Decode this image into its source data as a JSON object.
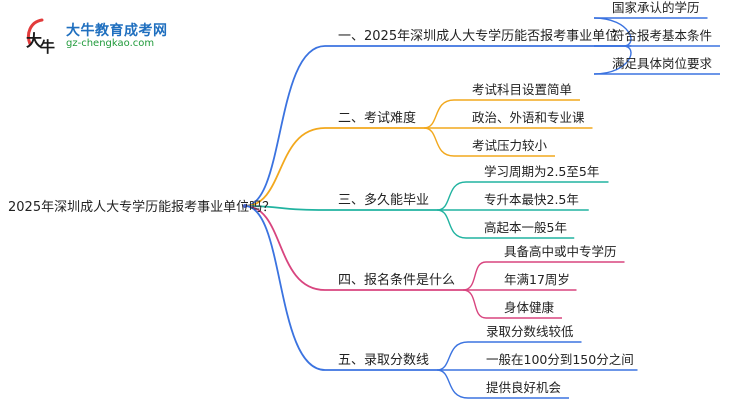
{
  "logo": {
    "name": "大牛教育成考网",
    "domain": "gz-chengkao.com",
    "icon": "niu-character-logo-icon"
  },
  "root": {
    "label": "2025年深圳成人大专学历能报考事业单位吗？",
    "color": "#4a64c8"
  },
  "branches": [
    {
      "label": "一、2025年深圳成人大专学历能否报考事业单位",
      "color": "#3b73e0",
      "children": [
        "国家承认的学历",
        "符合报考基本条件",
        "满足具体岗位要求"
      ]
    },
    {
      "label": "二、考试难度",
      "color": "#f2a81d",
      "children": [
        "考试科目设置简单",
        "政治、外语和专业课",
        "考试压力较小"
      ]
    },
    {
      "label": "三、多久能毕业",
      "color": "#21b3a0",
      "children": [
        "学习周期为2.5至5年",
        "专升本最快2.5年",
        "高起本一般5年"
      ]
    },
    {
      "label": "四、报名条件是什么",
      "color": "#d8457f",
      "children": [
        "具备高中或中专学历",
        "年满17周岁",
        "身体健康"
      ]
    },
    {
      "label": "五、录取分数线",
      "color": "#3b73e0",
      "children": [
        "录取分数线较低",
        "一般在100分到150分之间",
        "提供良好机会"
      ]
    }
  ]
}
